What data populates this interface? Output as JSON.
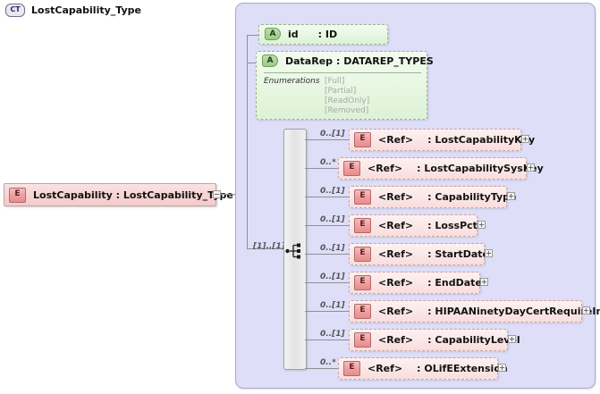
{
  "diagram": {
    "type": "xsd-schema-diagram",
    "root_element": {
      "badge": "E",
      "label": "LostCapability : LostCapability_Type",
      "toggle": "minus"
    },
    "complex_type": {
      "badge": "CT",
      "title": "LostCapability_Type",
      "attributes": [
        {
          "badge": "A",
          "name": "id",
          "separator": ":",
          "type": "ID"
        },
        {
          "badge": "A",
          "name": "DataRep",
          "separator": ":",
          "type": "DATAREP_TYPES",
          "enumerations_label": "Enumerations",
          "enumerations": [
            "[Full]",
            "[Partial]",
            "[ReadOnly]",
            "[Removed]"
          ]
        }
      ],
      "compositor": {
        "icon": "sequence-all-icon",
        "cardinality": "[1]..[1]"
      },
      "children": [
        {
          "cardinality": "0..[1]",
          "badge": "E",
          "name": "<Ref>",
          "separator": ":",
          "type": "LostCapabilityKey",
          "toggle": "plus"
        },
        {
          "cardinality": "0..*",
          "badge": "E",
          "name": "<Ref>",
          "separator": ":",
          "type": "LostCapabilitySysKey",
          "toggle": "plus"
        },
        {
          "cardinality": "0..[1]",
          "badge": "E",
          "name": "<Ref>",
          "separator": ":",
          "type": "CapabilityType",
          "toggle": "plus"
        },
        {
          "cardinality": "0..[1]",
          "badge": "E",
          "name": "<Ref>",
          "separator": ":",
          "type": "LossPct",
          "toggle": "plus"
        },
        {
          "cardinality": "0..[1]",
          "badge": "E",
          "name": "<Ref>",
          "separator": ":",
          "type": "StartDate",
          "toggle": "plus"
        },
        {
          "cardinality": "0..[1]",
          "badge": "E",
          "name": "<Ref>",
          "separator": ":",
          "type": "EndDate",
          "toggle": "plus"
        },
        {
          "cardinality": "0..[1]",
          "badge": "E",
          "name": "<Ref>",
          "separator": ":",
          "type": "HIPAANinetyDayCertRequireInd",
          "toggle": "plus"
        },
        {
          "cardinality": "0..[1]",
          "badge": "E",
          "name": "<Ref>",
          "separator": ":",
          "type": "CapabilityLevel",
          "toggle": "plus"
        },
        {
          "cardinality": "0..*",
          "badge": "E",
          "name": "<Ref>",
          "separator": ":",
          "type": "OLifEExtension",
          "toggle": "plus"
        }
      ]
    },
    "colors": {
      "container_bg": "#dedef8",
      "container_border": "#a9a9cc",
      "element_pink": "#f6d4d4",
      "attribute_green": "#e6f6e0",
      "compositor_gray": "#e3e3e3",
      "connector_line": "#8f8f9a",
      "enum_text": "#a9a9a9"
    }
  }
}
